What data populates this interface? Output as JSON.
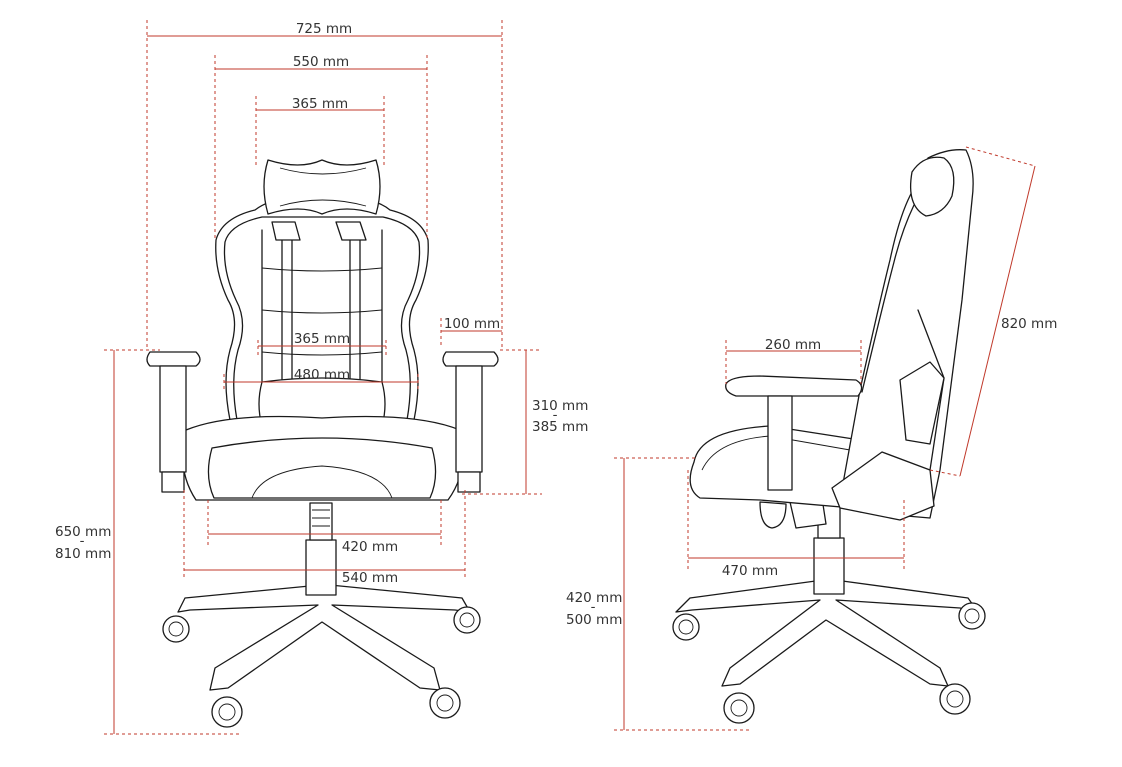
{
  "dimensions": {
    "front": {
      "overall_width": "725 mm",
      "backrest_width": "550 mm",
      "headrest_width": "365 mm",
      "armrest_width": "100 mm",
      "lumbar_inner_width": "365 mm",
      "backrest_inner_width": "480 mm",
      "armrest_height": [
        "310 mm",
        "-",
        "385 mm"
      ],
      "seat_width": "420 mm",
      "base_width": "540 mm",
      "overall_height": [
        "650 mm",
        "-",
        "810 mm"
      ]
    },
    "side": {
      "armrest_length": "260 mm",
      "backrest_height": "820 mm",
      "seat_depth": "470 mm",
      "seat_height": [
        "420 mm",
        "-",
        "500 mm"
      ]
    }
  },
  "colors": {
    "dimension_line": "#c0392b",
    "drawing_line": "#1a1a1a",
    "label_text": "#333333"
  }
}
